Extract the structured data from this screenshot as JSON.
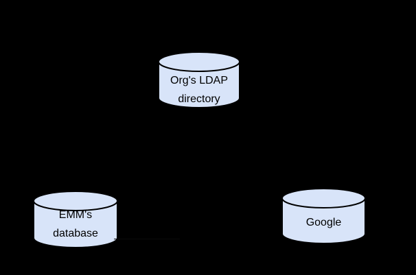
{
  "colors": {
    "background": "#000000",
    "node_fill": "#d8e4f9",
    "node_stroke": "#000000",
    "text": "#000000",
    "connector_trace": "#0b0b0b"
  },
  "nodes": [
    {
      "name": "orgs-ldap-directory",
      "label": "Org's LDAP\ndirectory"
    },
    {
      "name": "emms-database",
      "label": "EMM's\ndatabase"
    },
    {
      "name": "google",
      "label": "Google"
    }
  ]
}
